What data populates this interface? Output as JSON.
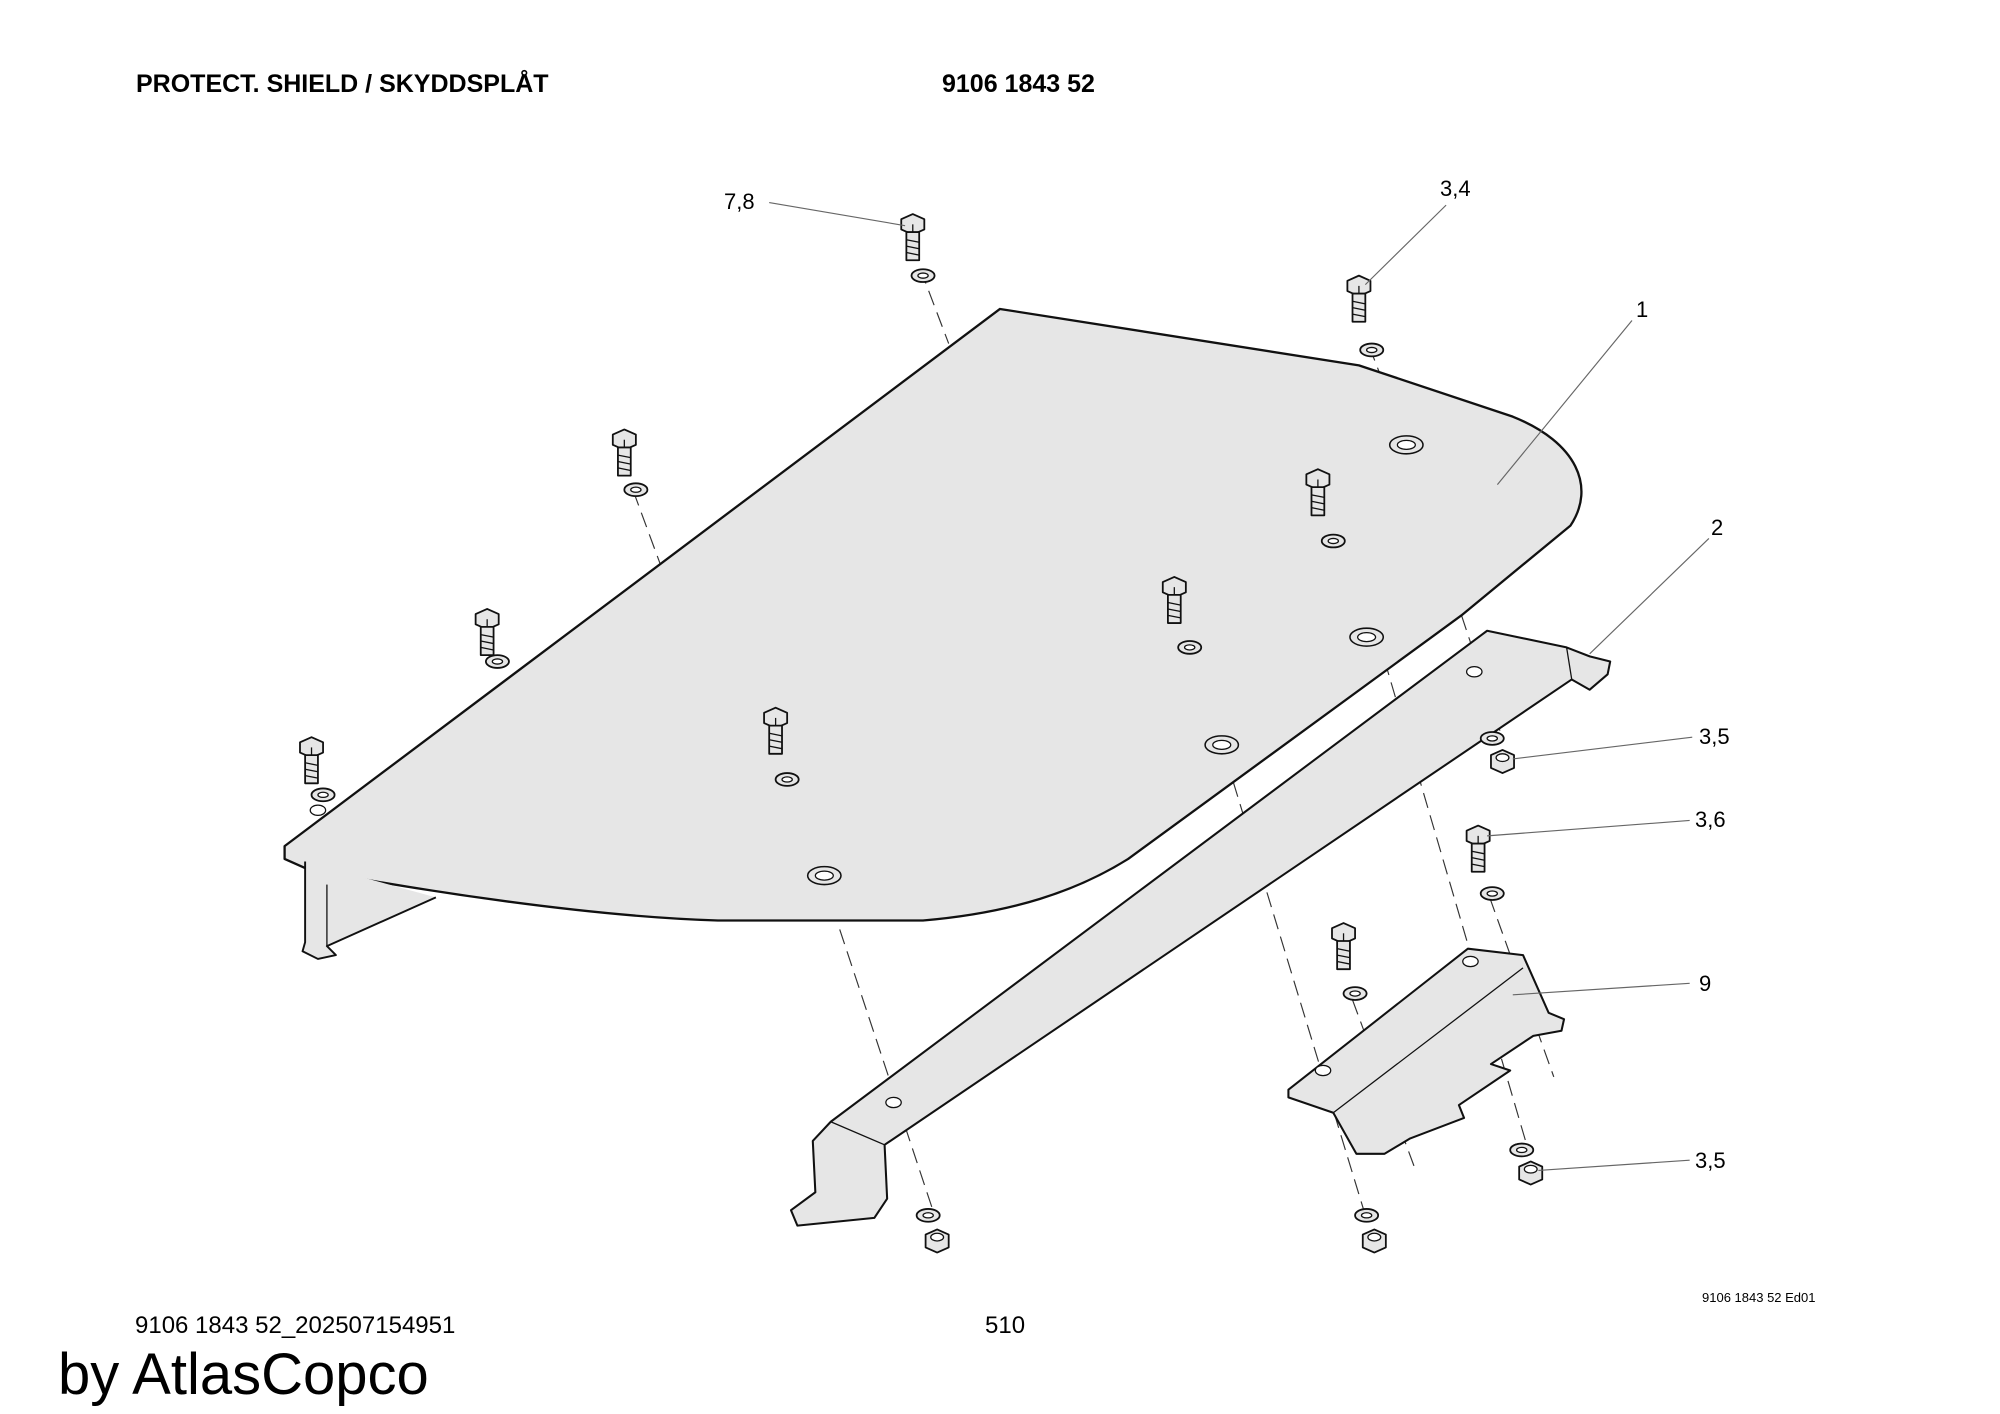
{
  "header": {
    "title": "PROTECT. SHIELD / SKYDDSPLÅT",
    "part_number": "9106 1843 52"
  },
  "callouts": [
    "7,8",
    "3,4",
    "1",
    "2",
    "3,5",
    "3,6",
    "9",
    "3,5"
  ],
  "footer": {
    "edition": "9106 1843 52 Ed01",
    "doc_id": "9106 1843 52_202507154951",
    "page": "510",
    "watermark": "by AtlasCopco"
  },
  "colors": {
    "plate_fill": "#e6e6e6",
    "line": "#1a1a1a"
  }
}
